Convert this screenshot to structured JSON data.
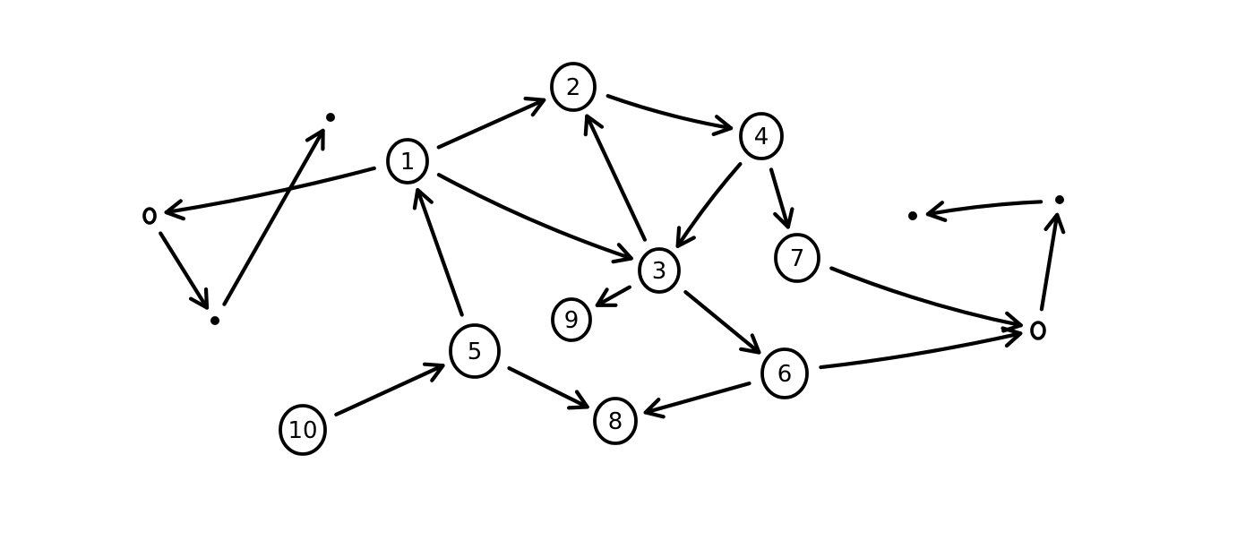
{
  "diagram": {
    "type": "directed-graph",
    "nodes": [
      {
        "id": "n1",
        "label": "1",
        "shape": "circle"
      },
      {
        "id": "n2",
        "label": "2",
        "shape": "circle"
      },
      {
        "id": "n3",
        "label": "3",
        "shape": "circle"
      },
      {
        "id": "n4",
        "label": "4",
        "shape": "circle"
      },
      {
        "id": "n5",
        "label": "5",
        "shape": "circle"
      },
      {
        "id": "n6",
        "label": "6",
        "shape": "circle"
      },
      {
        "id": "n7",
        "label": "7",
        "shape": "circle"
      },
      {
        "id": "n8",
        "label": "8",
        "shape": "circle"
      },
      {
        "id": "n9",
        "label": "9",
        "shape": "circle"
      },
      {
        "id": "n10",
        "label": "10",
        "shape": "circle"
      },
      {
        "id": "a",
        "label": "",
        "shape": "small-circle"
      },
      {
        "id": "b",
        "label": "",
        "shape": "dot"
      },
      {
        "id": "c",
        "label": "",
        "shape": "dot"
      },
      {
        "id": "d",
        "label": "",
        "shape": "small-circle"
      },
      {
        "id": "e",
        "label": "",
        "shape": "dot"
      },
      {
        "id": "f",
        "label": "",
        "shape": "dot"
      }
    ],
    "edges": [
      {
        "from": "n1",
        "to": "n2"
      },
      {
        "from": "n1",
        "to": "n3"
      },
      {
        "from": "n1",
        "to": "a"
      },
      {
        "from": "n2",
        "to": "n4"
      },
      {
        "from": "n3",
        "to": "n2"
      },
      {
        "from": "n4",
        "to": "n3"
      },
      {
        "from": "n4",
        "to": "n7"
      },
      {
        "from": "n3",
        "to": "n6"
      },
      {
        "from": "n3",
        "to": "n9"
      },
      {
        "from": "n5",
        "to": "n1"
      },
      {
        "from": "n5",
        "to": "n8"
      },
      {
        "from": "n10",
        "to": "n5"
      },
      {
        "from": "n6",
        "to": "n8"
      },
      {
        "from": "n6",
        "to": "d"
      },
      {
        "from": "n7",
        "to": "d"
      },
      {
        "from": "a",
        "to": "b"
      },
      {
        "from": "b",
        "to": "c"
      },
      {
        "from": "d",
        "to": "e"
      },
      {
        "from": "e",
        "to": "f"
      }
    ]
  }
}
